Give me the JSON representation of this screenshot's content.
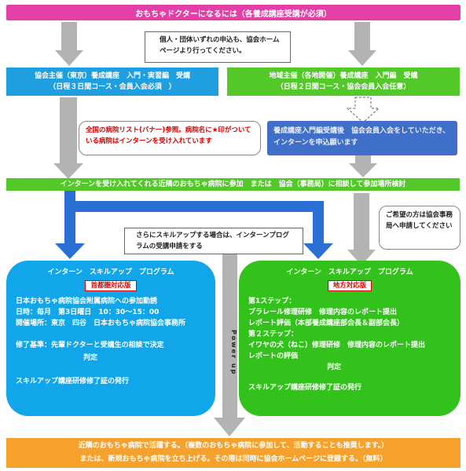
{
  "header": {
    "title": "おもちゃドクターになるには（各養成講座受講が必須）"
  },
  "scroll_note": {
    "text": "個人・団体いずれの申込も、協会ホームページより行ってください。"
  },
  "left_track": {
    "line1": "協会主催（東京）養成講座　入門・実習編　受講",
    "line2": "（日程３日間コース・会員入会必須　）"
  },
  "right_track": {
    "line1": "地域主催（各地開催）養成講座　入門編　受講",
    "line2": "（日程２日間コース・協会会員入会任意）"
  },
  "hospital_note": {
    "text": "全国の病院リスト(バナー)参照。病院名に★印がついている病院はインターンを受け入れています"
  },
  "steel_note": {
    "text": "養成講座入門編受講後　協会会員入会をしていただき、インターンを申込願います"
  },
  "intern_bar": {
    "text": "インターンを受け入れてくれる近隣のおもちゃ病院に参加　または　協会（事務局）に相談して参加場所検討"
  },
  "desire_note": {
    "text": "ご希望の方は協会事務局へ申請してください"
  },
  "skillup_note": {
    "text": "さらにスキルアップする場合は、インターンプログラムの受講申請をする"
  },
  "power_up": {
    "text": "Power up"
  },
  "left_program": {
    "title": "インターン　スキルアップ　プログラム",
    "tag": "首都圏対応版",
    "lines": [
      "日本おもちゃ病院協会附属病院への参加勤誘",
      "日時：毎月　第3日曜日　10：30～15：00",
      "開催場所：東京　四谷　日本おもちゃ病院協会事務所",
      "",
      "修了基準：先輩ドクターと受講生の相談で決定"
    ],
    "judge": "判定",
    "cert": "スキルアップ講座研修修了証の発行"
  },
  "right_program": {
    "title": "インターン　スキルアップ　プログラム",
    "tag": "地方対応版",
    "lines": [
      "第1ステップ：",
      "プラレール修理研修　修理内容のレポート提出",
      "レポート評価（本部養成講座部会長＆副部会長）",
      "第２ステップ：",
      "イワヤの犬（ねこ）修理研修　修理内容のレポート提出",
      "レポートの評価"
    ],
    "judge": "判定",
    "cert": "スキルアップ講座研修修了証の発行"
  },
  "footer": {
    "line1": "近隣のおもちゃ病院で活躍する。（複数のおもちゃ病院に参加して、活動することも推奨します。）",
    "line2": "または、新規おもちゃ病院を立ち上げる。その際は同時に協会ホームページに登録する。（無料）"
  },
  "colors": {
    "header": "#e43fa6",
    "sky": "#1f9fe0",
    "green": "#52c829",
    "steel": "#3f6fc8",
    "blue_arrow": "#2a6fd6",
    "gray_arrow": "#b3b3b3",
    "orange": "#f6a12c",
    "accent_red": "#d90000"
  }
}
